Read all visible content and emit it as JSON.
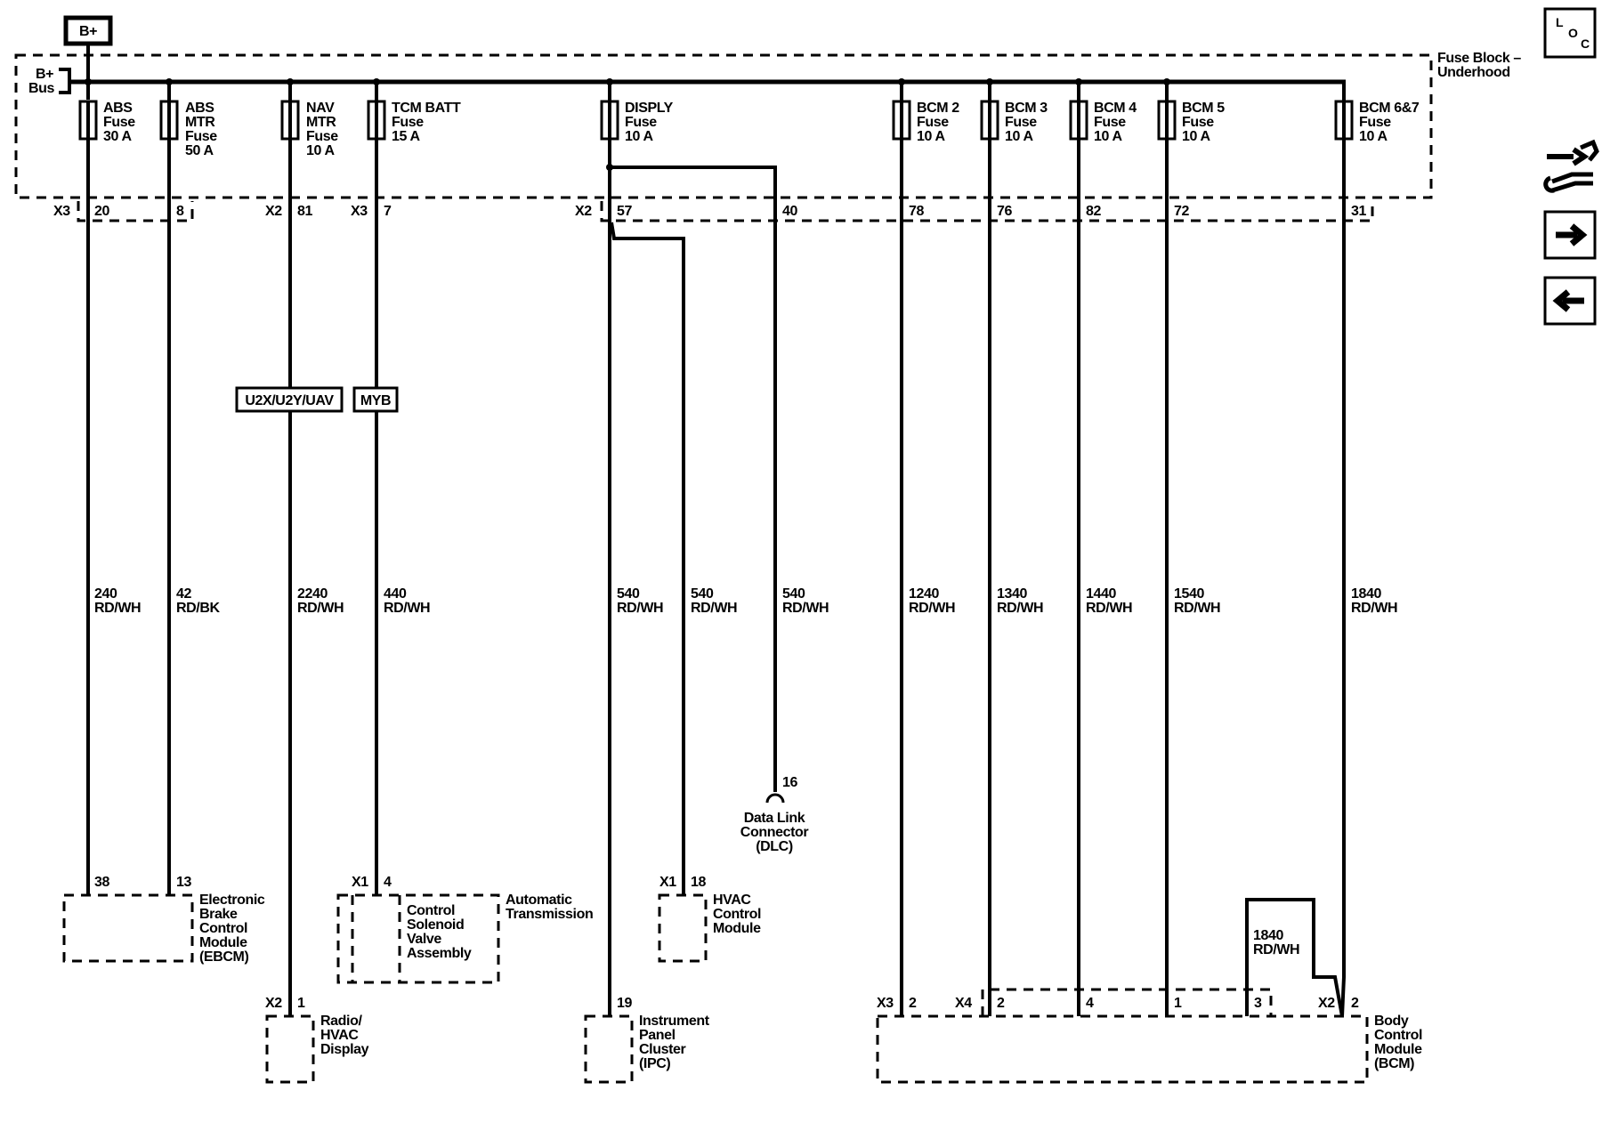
{
  "supply": {
    "bplus_label": "B+",
    "bus_label": [
      "B+",
      "Bus"
    ]
  },
  "fuse_block": {
    "label": [
      "Fuse Block –",
      "Underhood"
    ]
  },
  "fuses": [
    {
      "lines": [
        "ABS",
        "Fuse",
        "30 A"
      ]
    },
    {
      "lines": [
        "ABS",
        "MTR",
        "Fuse",
        "50 A"
      ]
    },
    {
      "lines": [
        "NAV",
        "MTR",
        "Fuse",
        "10 A"
      ]
    },
    {
      "lines": [
        "TCM BATT",
        "Fuse",
        "15 A"
      ]
    },
    {
      "lines": [
        "DISPLY",
        "Fuse",
        "10 A"
      ]
    },
    {
      "lines": [
        "BCM 2",
        "Fuse",
        "10 A"
      ]
    },
    {
      "lines": [
        "BCM 3",
        "Fuse",
        "10 A"
      ]
    },
    {
      "lines": [
        "BCM 4",
        "Fuse",
        "10 A"
      ]
    },
    {
      "lines": [
        "BCM 5",
        "Fuse",
        "10 A"
      ]
    },
    {
      "lines": [
        "BCM 6&7",
        "Fuse",
        "10 A"
      ]
    }
  ],
  "fuse_block_pins": {
    "conn_x3_a": "X3",
    "pin_20": "20",
    "pin_8": "8",
    "conn_x2_a": "X2",
    "pin_81": "81",
    "conn_x3_b": "X3",
    "pin_7": "7",
    "conn_x2_b": "X2",
    "pin_57": "57",
    "pin_40": "40",
    "pin_78": "78",
    "pin_76": "76",
    "pin_82": "82",
    "pin_72": "72",
    "pin_31": "31"
  },
  "options": {
    "radio": "U2X/U2Y/UAV",
    "trans": "MYB"
  },
  "wires": [
    {
      "circuit": "240",
      "color": "RD/WH"
    },
    {
      "circuit": "42",
      "color": "RD/BK"
    },
    {
      "circuit": "2240",
      "color": "RD/WH"
    },
    {
      "circuit": "440",
      "color": "RD/WH"
    },
    {
      "circuit": "540",
      "color": "RD/WH"
    },
    {
      "circuit": "540",
      "color": "RD/WH"
    },
    {
      "circuit": "540",
      "color": "RD/WH"
    },
    {
      "circuit": "1240",
      "color": "RD/WH"
    },
    {
      "circuit": "1340",
      "color": "RD/WH"
    },
    {
      "circuit": "1440",
      "color": "RD/WH"
    },
    {
      "circuit": "1540",
      "color": "RD/WH"
    },
    {
      "circuit": "1840",
      "color": "RD/WH"
    },
    {
      "circuit": "1840",
      "color": "RD/WH"
    }
  ],
  "dlc": {
    "pin": "16",
    "name": [
      "Data Link",
      "Connector",
      "(DLC)"
    ]
  },
  "components": {
    "ebcm": {
      "pins": [
        "38",
        "13"
      ],
      "name": [
        "Electronic",
        "Brake",
        "Control",
        "Module",
        "(EBCM)"
      ]
    },
    "trans": {
      "conn": "X1",
      "pin": "4",
      "inner": [
        "Control",
        "Solenoid",
        "Valve",
        "Assembly"
      ],
      "name": [
        "Automatic",
        "Transmission"
      ]
    },
    "hvac": {
      "conn": "X1",
      "pin": "18",
      "name": [
        "HVAC",
        "Control",
        "Module"
      ]
    },
    "radio": {
      "conn": "X2",
      "pin": "1",
      "name": [
        "Radio/",
        "HVAC",
        "Display"
      ]
    },
    "ipc": {
      "pin": "19",
      "name": [
        "Instrument",
        "Panel",
        "Cluster",
        "(IPC)"
      ]
    },
    "bcm": {
      "conn_x3": "X3",
      "pin_x3": "2",
      "conn_x4": "X4",
      "pins_x4": [
        "2",
        "4",
        "1",
        "3"
      ],
      "conn_x2": "X2",
      "pin_x2": "2",
      "name": [
        "Body",
        "Control",
        "Module",
        "(BCM)"
      ]
    }
  },
  "side_nav": {
    "loc_letters": [
      "L",
      "O",
      "C"
    ]
  }
}
